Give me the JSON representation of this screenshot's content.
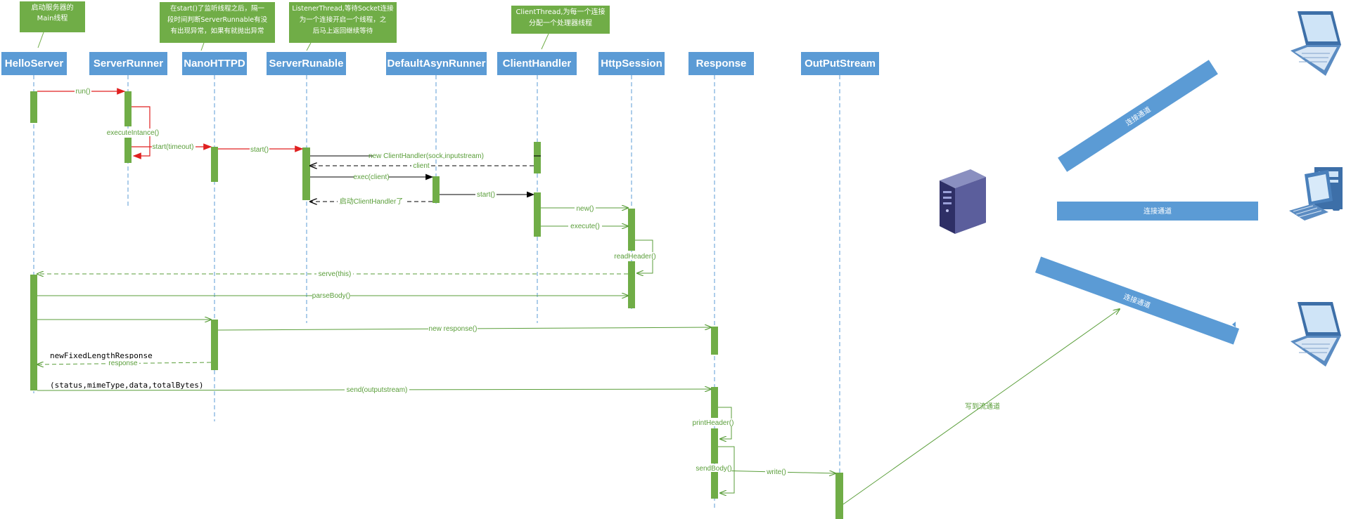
{
  "lifelines": [
    {
      "id": "hello",
      "label": "HelloServer"
    },
    {
      "id": "runner",
      "label": "ServerRunner"
    },
    {
      "id": "nano",
      "label": "NanoHTTPD"
    },
    {
      "id": "runable",
      "label": "ServerRunable"
    },
    {
      "id": "async",
      "label": "DefaultAsynRunner"
    },
    {
      "id": "client",
      "label": "ClientHandler"
    },
    {
      "id": "session",
      "label": "HttpSession"
    },
    {
      "id": "response",
      "label": "Response"
    },
    {
      "id": "out",
      "label": "OutPutStream"
    }
  ],
  "notes": {
    "main": [
      "启动服务器的",
      "Main线程"
    ],
    "start": [
      "在start()了监听线程之后，隔一",
      "段时间判断ServerRunnable有没",
      "有出现异常，如果有就抛出异常"
    ],
    "listener": [
      "ListenerThread,等待Socket连接",
      "为一个连接开启一个线程，之",
      "后马上返回继续等待"
    ],
    "clientthread": [
      "ClientThread,为每一个连接",
      "分配一个处理器线程"
    ]
  },
  "messages": {
    "run": "run()",
    "executeInstance": "executeIntance()",
    "startTimeout": "start(timeout)",
    "start1": "start()",
    "newClientHandler": "new ClientHandler(sock,inputstream)",
    "clientReturn": "client",
    "exec": "exec(client)",
    "startedClient": "启动ClientHandler了",
    "start2": "start()",
    "newCall": "new()",
    "execute": "execute()",
    "readHeader": "readHeader()",
    "serve": "serve(this)",
    "parseBody": "parseBody()",
    "newResponse": "new response()",
    "responseReturn": "response",
    "send": "send(outputstream)",
    "printHeader": "printHeader()",
    "sendBody": "sendBody()",
    "write": "write()",
    "writeChannel": "写到流通道"
  },
  "newFixed": {
    "line1": "newFixedLengthResponse",
    "line2": "(status,mimeType,data,totalBytes)"
  },
  "channels": {
    "top": "连接通道",
    "middle": "连接通道",
    "bottom": "连接通道"
  },
  "icons": [
    "server-icon",
    "laptop-icon",
    "desktop-computer-icon"
  ],
  "colors": {
    "header": "#5b9bd5",
    "activation": "#70ad47",
    "sync_red": "#e02020",
    "message_green": "#5a9e3a",
    "black": "#000000"
  }
}
